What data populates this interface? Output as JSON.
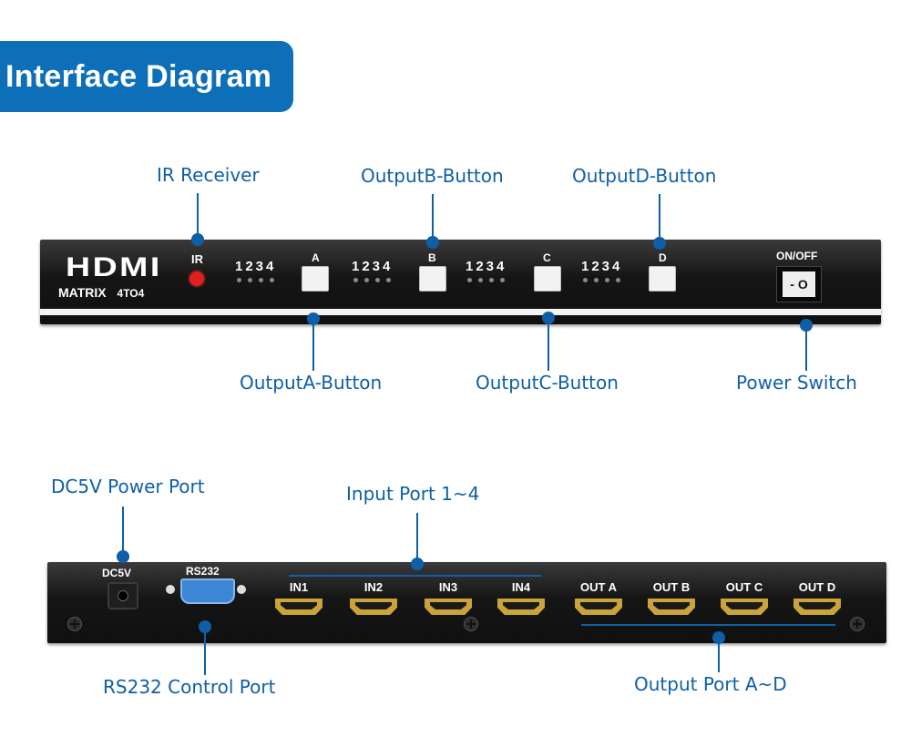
{
  "title": "Interface Diagram",
  "front_panel": {
    "logo": "HDMI",
    "model_line1": "MATRIX",
    "model_line2": "4TO4",
    "ir_label": "IR",
    "groups": [
      {
        "numbers": "1234",
        "button": "A"
      },
      {
        "numbers": "1234",
        "button": "B"
      },
      {
        "numbers": "1234",
        "button": "C"
      },
      {
        "numbers": "1234",
        "button": "D"
      }
    ],
    "switch_label": "ON/OFF",
    "switch_marks": "- O"
  },
  "rear_panel": {
    "dc_label": "DC5V",
    "rs232_label": "RS232",
    "inputs": [
      "IN1",
      "IN2",
      "IN3",
      "IN4"
    ],
    "outputs": [
      "OUT A",
      "OUT B",
      "OUT C",
      "OUT D"
    ]
  },
  "callouts": {
    "ir_receiver": "IR Receiver",
    "output_b": "OutputB-Button",
    "output_d": "OutputD-Button",
    "output_a": "OutputA-Button",
    "output_c": "OutputC-Button",
    "power_switch": "Power Switch",
    "dc_power_port": "DC5V Power Port",
    "input_port": "Input Port 1~4",
    "rs232_port": "RS232 Control Port",
    "output_port": "Output Port A~D"
  },
  "colors": {
    "accent": "#0d6fb8",
    "label": "#0e5fa8",
    "panel": "#151515"
  }
}
